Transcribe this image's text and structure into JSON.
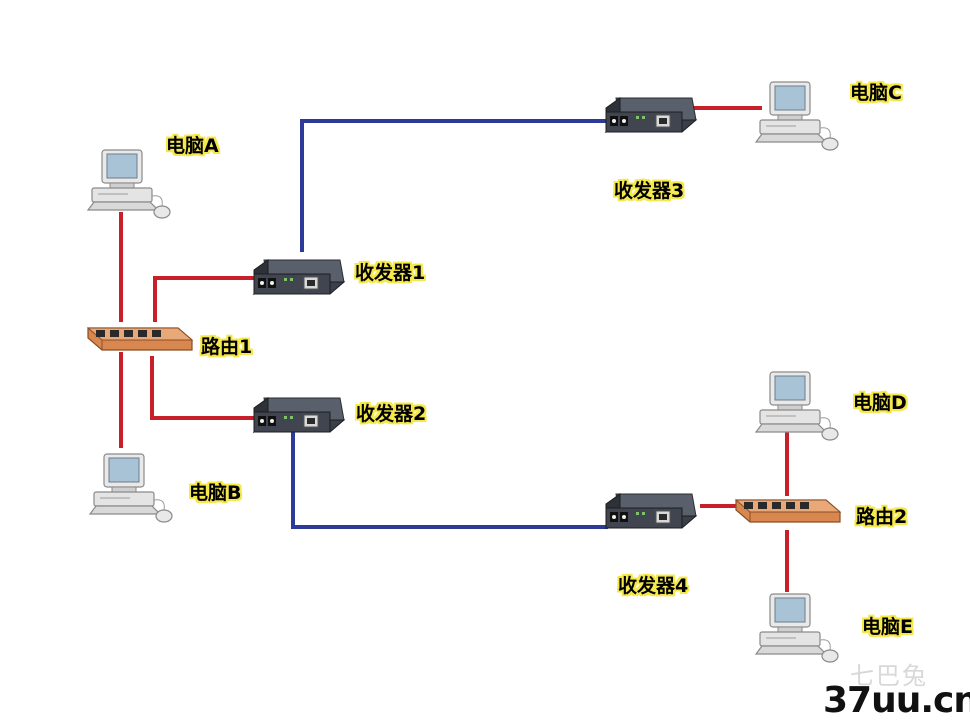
{
  "colors": {
    "copper_link": "#c8202a",
    "fiber_link": "#2d3a9a",
    "label_highlight": "#f5e84a",
    "router_body": "#d8874f",
    "transceiver_body": "#3a3f4a"
  },
  "icons": {
    "computer": "computer-icon",
    "router": "router-icon",
    "transceiver": "transceiver-icon"
  },
  "labels": {
    "pc_a": "电脑A",
    "pc_b": "电脑B",
    "pc_c": "电脑C",
    "pc_d": "电脑D",
    "pc_e": "电脑E",
    "router_1": "路由1",
    "router_2": "路由2",
    "transceiver_1": "收发器1",
    "transceiver_2": "收发器2",
    "transceiver_3": "收发器3",
    "transceiver_4": "收发器4"
  },
  "watermark": {
    "site_cn": "七巴兔",
    "site_url": "37uu.cn"
  }
}
